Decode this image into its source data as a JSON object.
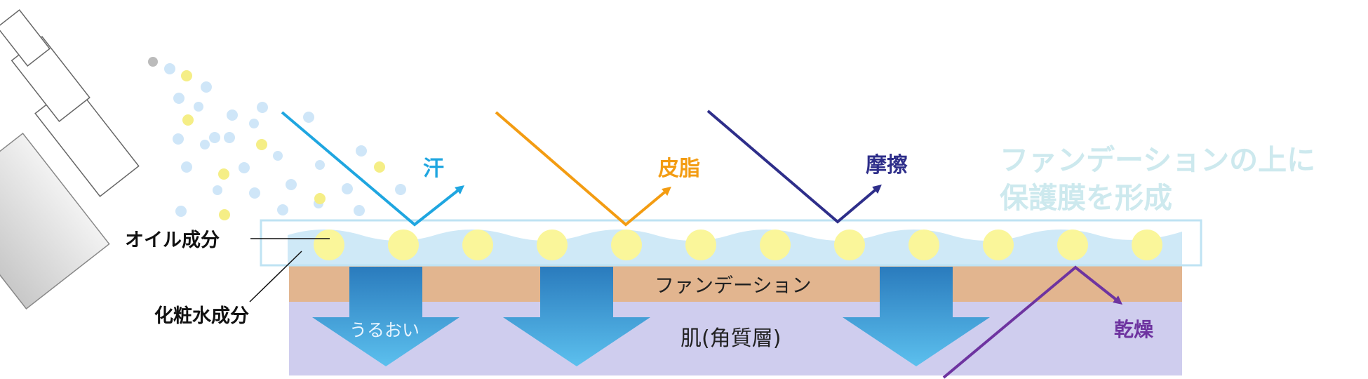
{
  "header": {
    "line1": "ファンデーションの上に",
    "line2": "保護膜を形成"
  },
  "threats": {
    "sweat": "汗",
    "sebum": "皮脂",
    "friction": "摩擦",
    "dryness": "乾燥"
  },
  "layers": {
    "oil_component": "オイル成分",
    "lotion_component": "化粧水成分",
    "foundation": "ファンデーション",
    "skin": "肌(角質層)",
    "moisture": "うるおい"
  },
  "colors": {
    "sweat": "#1fa6e0",
    "sebum": "#f39c12",
    "friction": "#2e2e8a",
    "dryness": "#6e34a0",
    "film": "#cfe9f7",
    "oil_droplet": "#faf69a",
    "foundation": "#e2b58f",
    "skin": "#cfcdee",
    "moisture_arrow": "#2f8fd0",
    "header_text": "#cde9ee"
  }
}
